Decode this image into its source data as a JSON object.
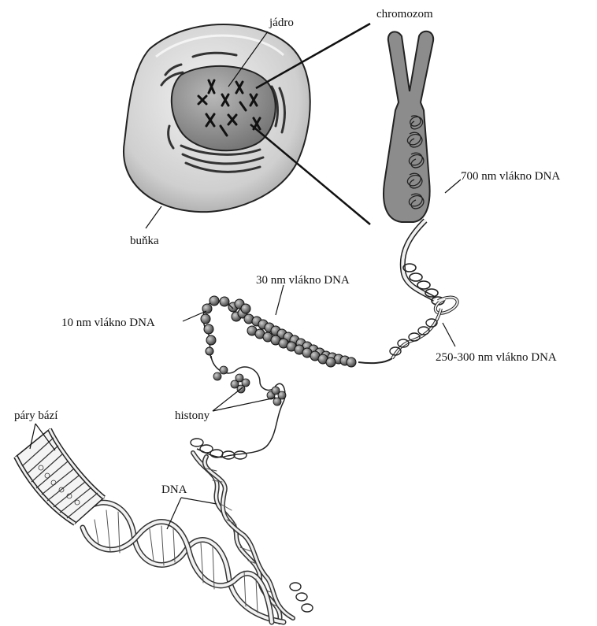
{
  "labels": {
    "nucleus": "jádro",
    "chromosome": "chromozom",
    "cell": "buňka",
    "fiber_700": "700 nm vlákno DNA",
    "fiber_30": "30 nm vlákno DNA",
    "fiber_10": "10 nm vlákno DNA",
    "fiber_250": "250-300 nm vlákno DNA",
    "histones": "histony",
    "base_pairs": "páry bází",
    "dna": "DNA"
  },
  "colors": {
    "cell_fill": "#d6d6d6",
    "nucleus_fill": "#8a8a8a",
    "chromosome_fill": "#8c8c8c",
    "line": "#111111"
  }
}
